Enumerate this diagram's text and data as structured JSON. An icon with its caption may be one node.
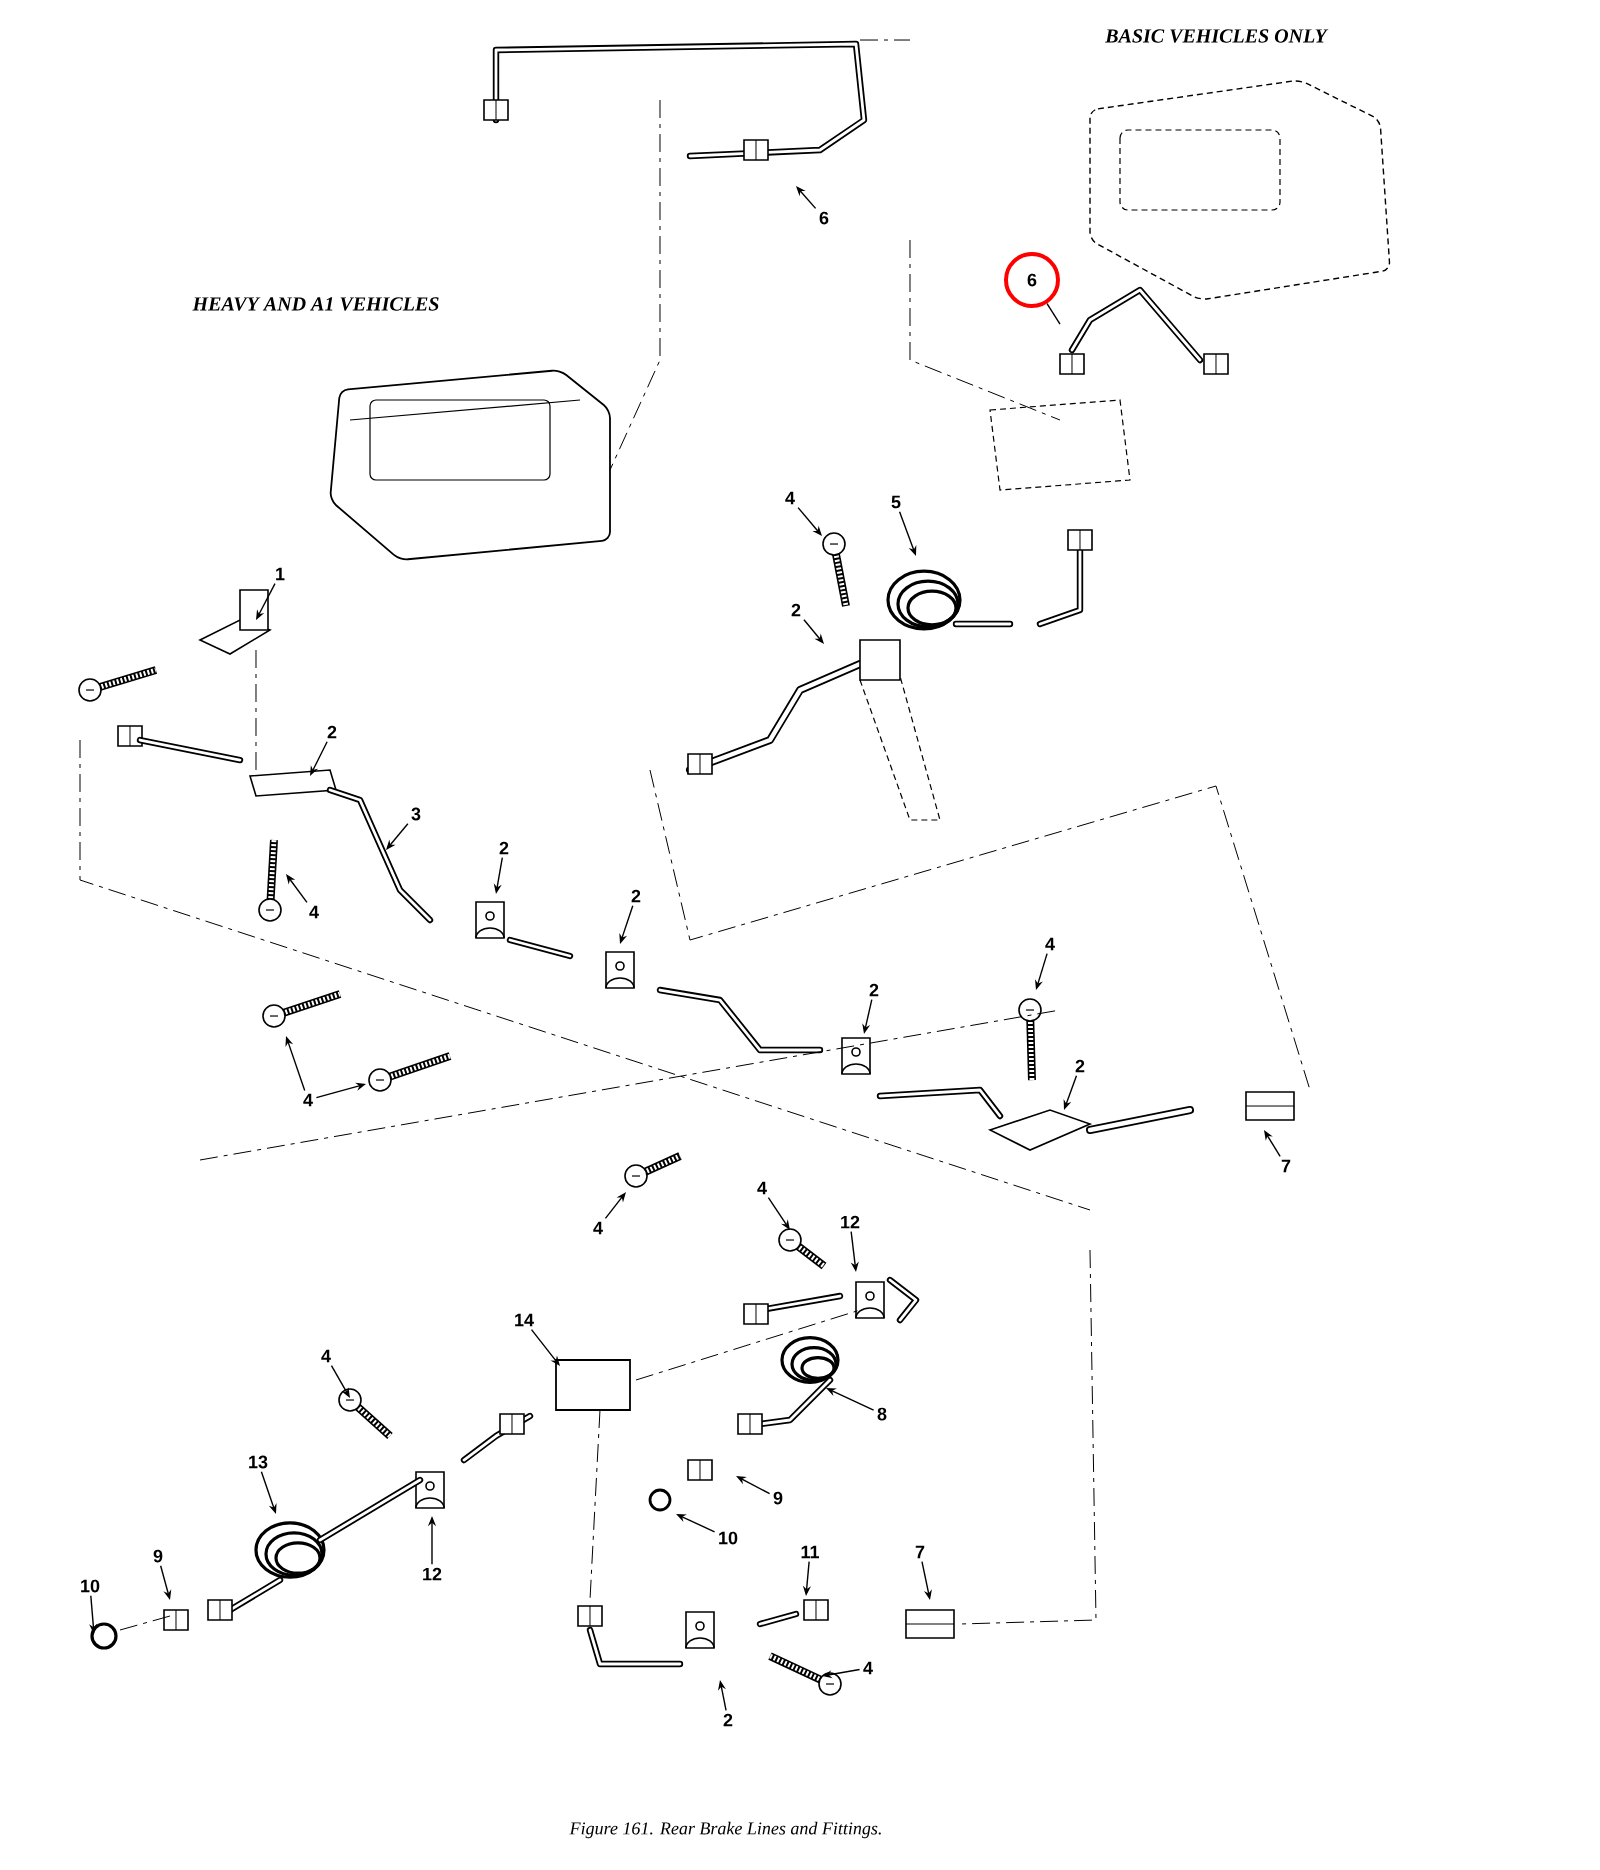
{
  "diagram": {
    "caption": "Figure 161.  Rear Brake Lines and Fittings.",
    "nodes": [
      {
        "text": [
          "6"
        ]
      },
      {
        "text": [
          "6"
        ]
      },
      {
        "text": [
          "4"
        ]
      },
      {
        "text": [
          "5"
        ]
      },
      {
        "text": [
          "1"
        ]
      },
      {
        "text": [
          "2"
        ]
      },
      {
        "text": [
          "2"
        ]
      },
      {
        "text": [
          "3"
        ]
      },
      {
        "text": [
          "4"
        ]
      },
      {
        "text": [
          "2"
        ]
      },
      {
        "text": [
          "2"
        ]
      },
      {
        "text": [
          "4"
        ]
      },
      {
        "text": [
          "2"
        ]
      },
      {
        "text": [
          "4"
        ]
      },
      {
        "text": [
          "2"
        ]
      },
      {
        "text": [
          "7"
        ]
      },
      {
        "text": [
          "4"
        ]
      },
      {
        "text": [
          "4"
        ]
      },
      {
        "text": [
          "12"
        ]
      },
      {
        "text": [
          "14"
        ]
      },
      {
        "text": [
          "4"
        ]
      },
      {
        "text": [
          "8"
        ]
      },
      {
        "text": [
          "13"
        ]
      },
      {
        "text": [
          "9"
        ]
      },
      {
        "text": [
          "12"
        ]
      },
      {
        "text": [
          "10"
        ]
      },
      {
        "text": [
          "9"
        ]
      },
      {
        "text": [
          "11"
        ]
      },
      {
        "text": [
          "7"
        ]
      },
      {
        "text": [
          "10"
        ]
      },
      {
        "text": [
          "4"
        ]
      },
      {
        "text": [
          "2"
        ]
      }
    ],
    "edges": [
      {
        "from": 0,
        "to": null,
        "arrow": "to"
      },
      {
        "from": 1,
        "to": null,
        "arrow": "none"
      },
      {
        "from": 2,
        "to": null,
        "arrow": "to"
      },
      {
        "from": 3,
        "to": null,
        "arrow": "to"
      },
      {
        "from": 4,
        "to": null,
        "arrow": "to"
      },
      {
        "from": 5,
        "to": null,
        "arrow": "to"
      },
      {
        "from": 6,
        "to": null,
        "arrow": "to"
      },
      {
        "from": 7,
        "to": null,
        "arrow": "to"
      },
      {
        "from": 8,
        "to": null,
        "arrow": "to"
      },
      {
        "from": 9,
        "to": null,
        "arrow": "to"
      },
      {
        "from": 10,
        "to": null,
        "arrow": "to"
      },
      {
        "from": 11,
        "to": null,
        "arrow": "to"
      },
      {
        "from": 11,
        "to": null,
        "arrow": "to"
      },
      {
        "from": 12,
        "to": null,
        "arrow": "to"
      },
      {
        "from": 13,
        "to": null,
        "arrow": "to"
      },
      {
        "from": 14,
        "to": null,
        "arrow": "to"
      },
      {
        "from": 15,
        "to": null,
        "arrow": "to"
      },
      {
        "from": 16,
        "to": null,
        "arrow": "to"
      },
      {
        "from": 17,
        "to": null,
        "arrow": "to"
      },
      {
        "from": 18,
        "to": null,
        "arrow": "to"
      },
      {
        "from": 19,
        "to": null,
        "arrow": "to"
      },
      {
        "from": 20,
        "to": null,
        "arrow": "to"
      },
      {
        "from": 21,
        "to": null,
        "arrow": "to"
      },
      {
        "from": 22,
        "to": null,
        "arrow": "to"
      },
      {
        "from": 23,
        "to": null,
        "arrow": "to"
      },
      {
        "from": 24,
        "to": null,
        "arrow": "to"
      },
      {
        "from": 25,
        "to": null,
        "arrow": "to"
      },
      {
        "from": 26,
        "to": null,
        "arrow": "to"
      },
      {
        "from": 27,
        "to": null,
        "arrow": "to"
      },
      {
        "from": 28,
        "to": null,
        "arrow": "to"
      },
      {
        "from": 29,
        "to": null,
        "arrow": "to"
      },
      {
        "from": 30,
        "to": null,
        "arrow": "to"
      },
      {
        "from": 31,
        "to": null,
        "arrow": "to"
      }
    ],
    "labels": [
      "BASIC VEHICLES ONLY",
      "HEAVY AND A1 VEHICLES"
    ]
  }
}
